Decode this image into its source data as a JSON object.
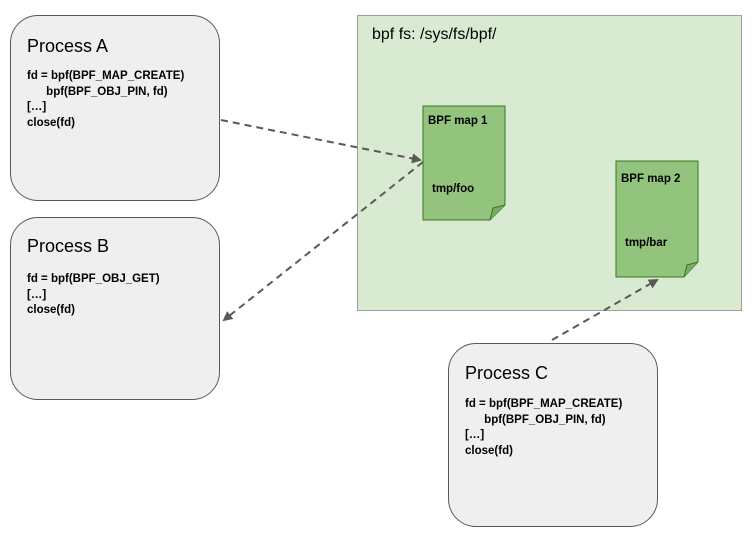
{
  "processes": {
    "a": {
      "title": "Process A",
      "code": [
        "fd = bpf(BPF_MAP_CREATE)",
        "      bpf(BPF_OBJ_PIN, fd)",
        "[…]",
        "close(fd)"
      ]
    },
    "b": {
      "title": "Process B",
      "code": [
        "fd = bpf(BPF_OBJ_GET)",
        "[…]",
        "close(fd)"
      ]
    },
    "c": {
      "title": "Process C",
      "code": [
        "fd = bpf(BPF_MAP_CREATE)",
        "      bpf(BPF_OBJ_PIN, fd)",
        "[…]",
        "close(fd)"
      ]
    }
  },
  "bpf_fs": {
    "title": "bpf fs: /sys/fs/bpf/"
  },
  "maps": {
    "map1": {
      "name": "BPF map 1",
      "path": "tmp/foo"
    },
    "map2": {
      "name": "BPF map 2",
      "path": "tmp/bar"
    }
  },
  "colors": {
    "process_fill": "#efefef",
    "process_border": "#595959",
    "fs_fill": "#d9ead3",
    "map_fill": "#93c47d",
    "map_border": "#38761d",
    "arrow": "#595959"
  }
}
